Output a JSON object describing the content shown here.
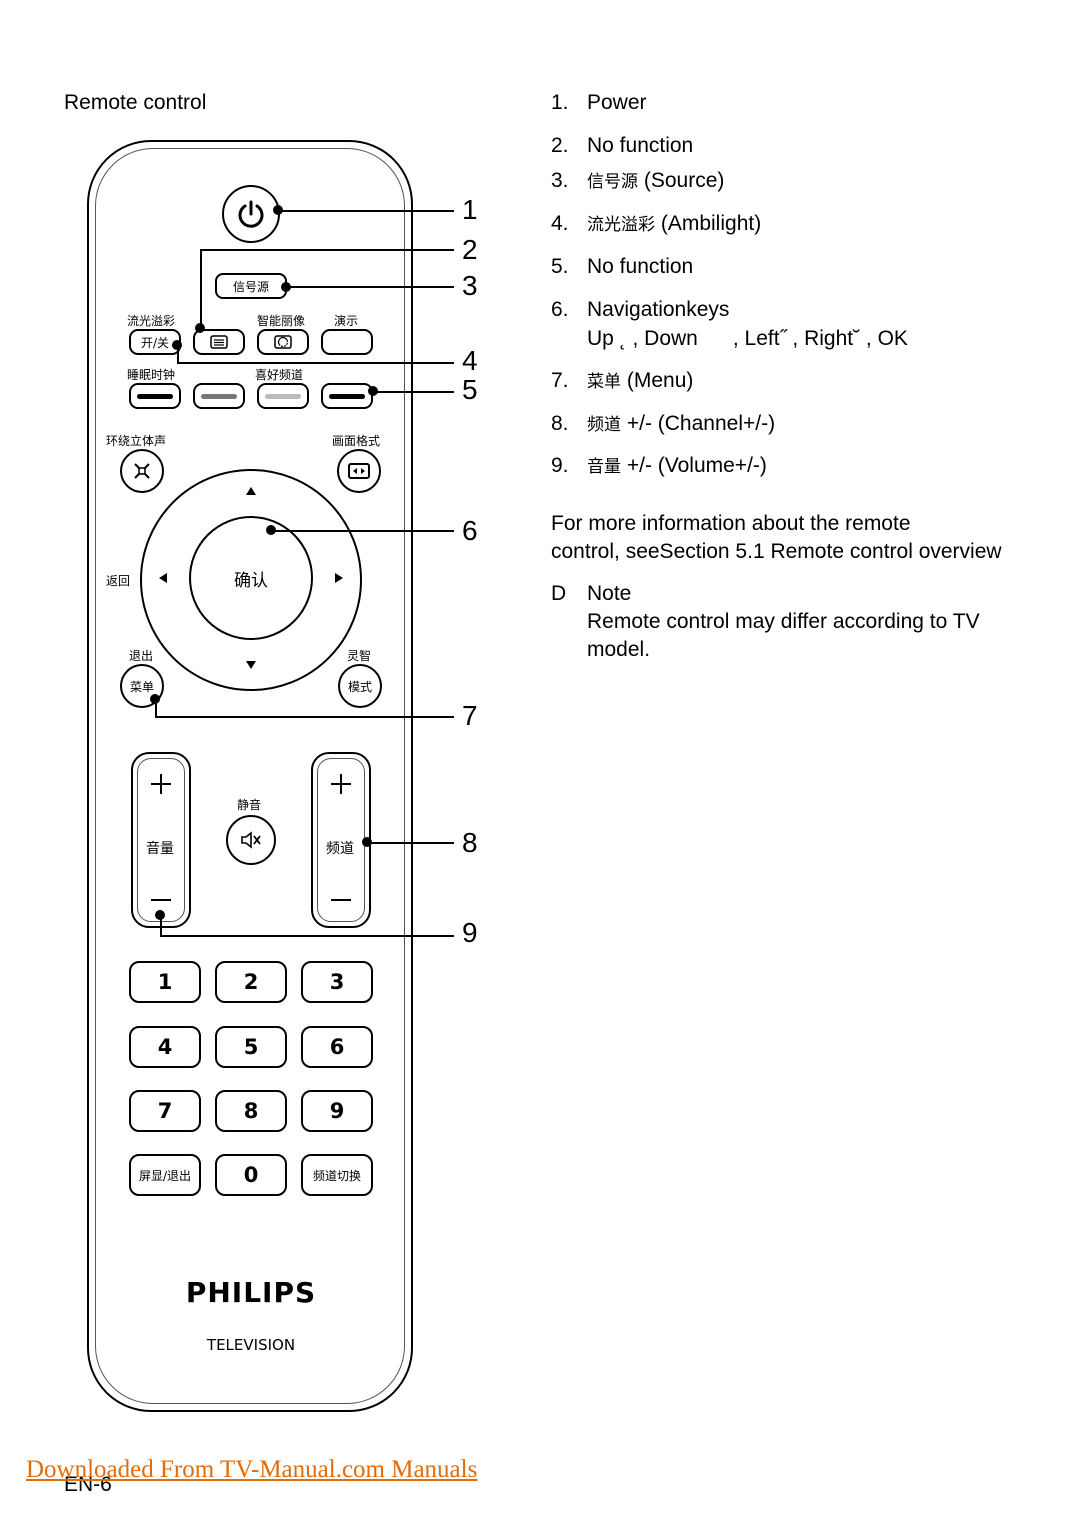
{
  "page": {
    "title": "Remote control",
    "page_number": "EN-6",
    "footer_link": "Downloaded From TV-Manual.com Manuals"
  },
  "list": [
    {
      "num": "1.",
      "cn": "",
      "text": "Power"
    },
    {
      "num": "2.",
      "cn": "",
      "text": "No function"
    },
    {
      "num": "3.",
      "cn": "信号源",
      "text": "(Source)"
    },
    {
      "num": "4.",
      "cn": "流光溢彩",
      "text": "(Ambilight)"
    },
    {
      "num": "5.",
      "cn": "",
      "text": "No function"
    },
    {
      "num": "6.",
      "cn": "",
      "text": "Navigationkeys"
    },
    {
      "num": "7.",
      "cn": "菜单",
      "text": "(Menu)"
    },
    {
      "num": "8.",
      "cn": "频道",
      "text": "+/- (Channel+/-)"
    },
    {
      "num": "9.",
      "cn": "音量",
      "text": "+/- (Volume+/-)"
    }
  ],
  "nav_keys_line": "Up ˛ , Down      , Left˝ , Right˘ , OK",
  "info": {
    "line1": "For more information about the remote",
    "line2": "control, seeSection 5.1 Remote control overview"
  },
  "note": {
    "marker": "D",
    "title": "Note",
    "line1": "Remote control may differ according to TV",
    "line2": "model."
  },
  "callouts": [
    "1",
    "2",
    "3",
    "4",
    "5",
    "6",
    "7",
    "8",
    "9"
  ],
  "remote": {
    "source_label": "信号源",
    "ambilight_label": "流光溢彩",
    "onoff_label": "开/关",
    "smart_picture_label": "智能丽像",
    "demo_label": "演示",
    "sleep_label": "睡眠时钟",
    "favorite_label": "喜好频道",
    "surround_label": "环绕立体声",
    "format_label": "画面格式",
    "ok_label": "确认",
    "back_label": "返回",
    "exit_label": "退出",
    "smart_label": "灵智",
    "menu_label": "菜单",
    "mode_label": "模式",
    "mute_label": "静音",
    "volume_label": "音量",
    "channel_label": "频道",
    "digits": [
      "1",
      "2",
      "3",
      "4",
      "5",
      "6",
      "7",
      "8",
      "9"
    ],
    "zero": "0",
    "osd_label": "屏显/退出",
    "swap_label": "频道切换",
    "brand": "PHILIPS",
    "subbrand": "TELEVISION",
    "color_keys": [
      "#000000",
      "#777777",
      "#bbbbbb",
      "#000000"
    ]
  }
}
